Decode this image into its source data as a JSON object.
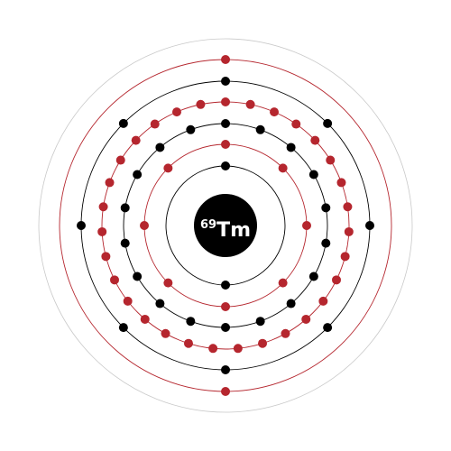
{
  "element": {
    "atomic_number": "69",
    "symbol": "Tm"
  },
  "shells": [
    {
      "electrons": 2,
      "orbit_color": "#000000",
      "electron_color": "#000000"
    },
    {
      "electrons": 8,
      "orbit_color": "#b5262e",
      "electron_color": "#b5262e"
    },
    {
      "electrons": 18,
      "orbit_color": "#000000",
      "electron_color": "#000000"
    },
    {
      "electrons": 31,
      "orbit_color": "#b5262e",
      "electron_color": "#b5262e"
    },
    {
      "electrons": 8,
      "orbit_color": "#000000",
      "electron_color": "#000000"
    },
    {
      "electrons": 2,
      "orbit_color": "#b5262e",
      "electron_color": "#b5262e"
    }
  ],
  "colors": {
    "nucleus": "#000000",
    "nucleus_text": "#ffffff",
    "outer_boundary": "#c9c9c9",
    "background": "#ffffff"
  }
}
